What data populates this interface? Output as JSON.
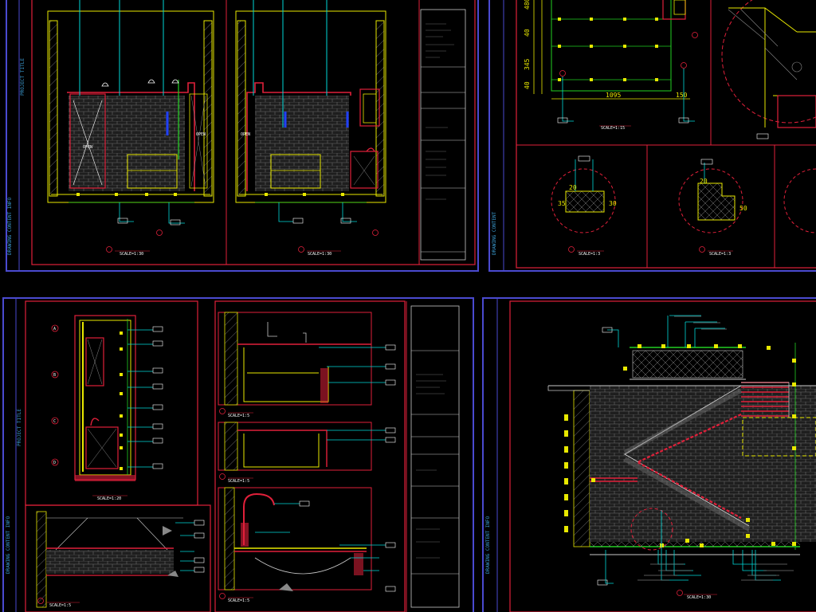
{
  "colors": {
    "background": "#000000",
    "sheet_border": "#4a4ad0",
    "frame": "#e0203a",
    "dimension": "#e8e800",
    "leader": "#00d8d8",
    "text": "#ffffff",
    "hatch": "#6a6a6a",
    "green": "#22d022",
    "blue": "#2040ff"
  },
  "top_left": {
    "scale_a": "SCALE=1:30",
    "scale_b": "SCALE=1:30",
    "label_open_1": "OPEN",
    "label_open_2": "OPEN",
    "label_open_3": "OPEN"
  },
  "top_right": {
    "dims_vertical": [
      "480",
      "40",
      "345",
      "40"
    ],
    "dim_width": "1095",
    "dim_right": "150",
    "scale_plan": "SCALE=1:15",
    "scale_c1": "SCALE=1:3",
    "scale_c2": "SCALE=1:3",
    "c1_dims": [
      "20",
      "35",
      "30"
    ],
    "c2_dims": [
      "20",
      "50"
    ]
  },
  "bottom_left": {
    "scale_elev": "SCALE=1:20",
    "scale_d1": "SCALE=1:5",
    "scale_d2": "SCALE=1:5",
    "scale_d3": "SCALE=1:5",
    "markers": [
      "A",
      "B",
      "C",
      "D"
    ]
  },
  "bottom_right": {
    "scale_stair": "SCALE=1:30"
  }
}
